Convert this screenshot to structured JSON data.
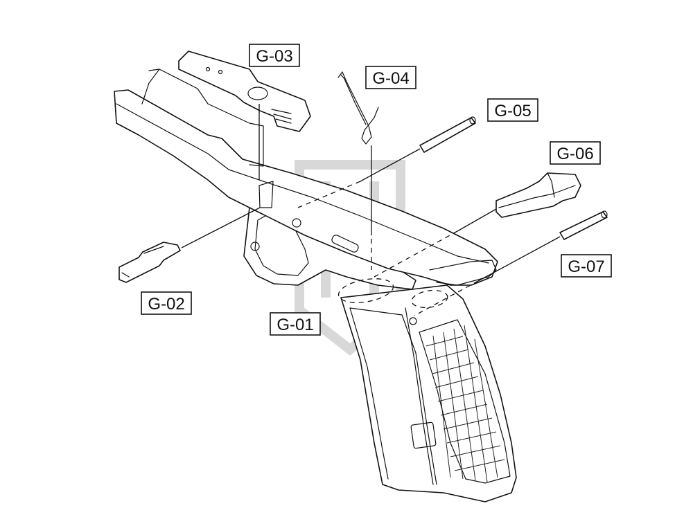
{
  "diagram": {
    "labels": [
      {
        "id": "g01",
        "text": "G-01"
      },
      {
        "id": "g02",
        "text": "G-02"
      },
      {
        "id": "g03",
        "text": "G-03"
      },
      {
        "id": "g04",
        "text": "G-04"
      },
      {
        "id": "g05",
        "text": "G-05"
      },
      {
        "id": "g06",
        "text": "G-06"
      },
      {
        "id": "g07",
        "text": "G-07"
      }
    ]
  }
}
